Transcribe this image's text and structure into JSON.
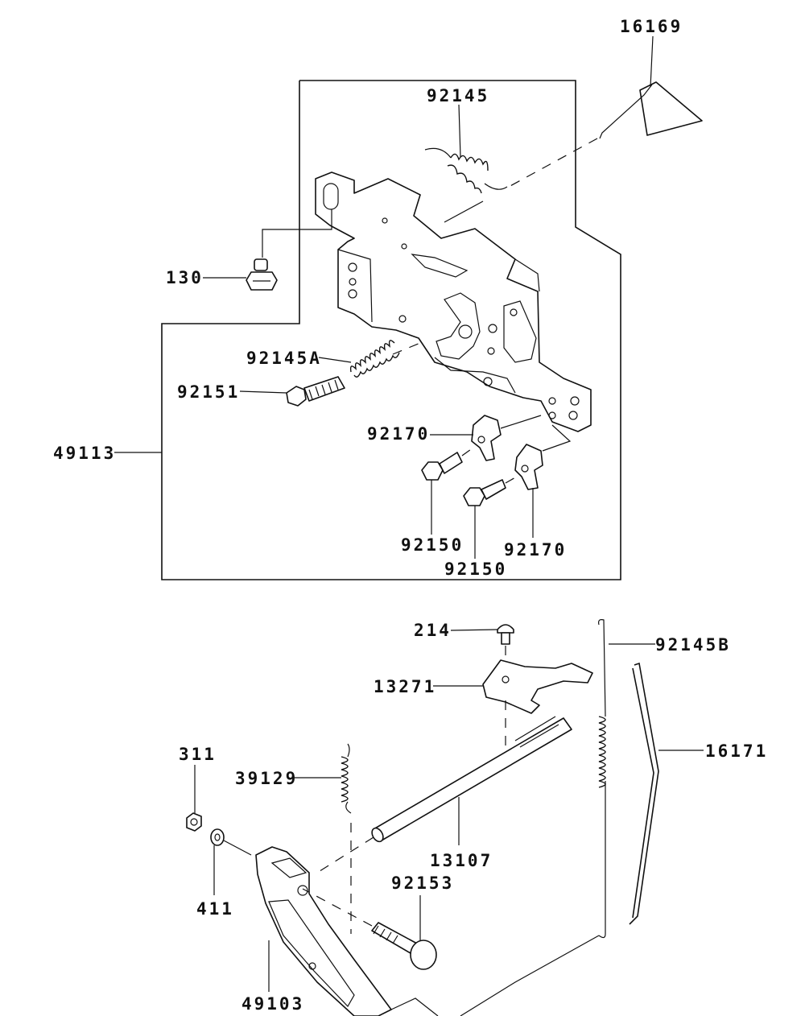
{
  "labels": {
    "p16169": "16169",
    "p92145": "92145",
    "p130": "130",
    "p92145A": "92145A",
    "p92151": "92151",
    "p92170a": "92170",
    "p49113": "49113",
    "p92150a": "92150",
    "p92170b": "92170",
    "p92150b": "92150",
    "p214": "214",
    "p92145B": "92145B",
    "p13271": "13271",
    "p16171": "16171",
    "p311": "311",
    "p39129": "39129",
    "p13107": "13107",
    "p92153": "92153",
    "p411": "411",
    "p49103": "49103"
  }
}
